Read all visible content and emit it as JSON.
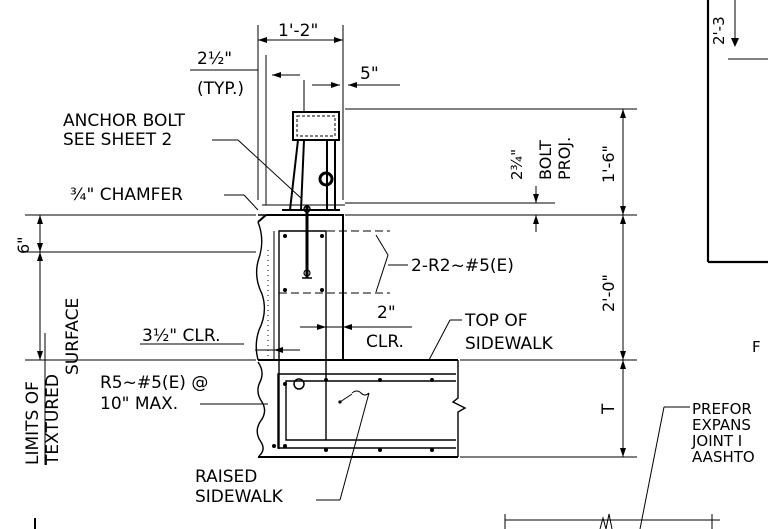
{
  "labels": {
    "dim_top_width": "1'-2\"",
    "dim_typ_value": "2½\"",
    "dim_typ_note": "(TYP.)",
    "dim_5": "5\"",
    "anchor_bolt_1": "ANCHOR BOLT",
    "anchor_bolt_2": "SEE SHEET 2",
    "chamfer": "¾\" CHAMFER",
    "bolt_proj_value": "2¾\"",
    "bolt_proj_1": "BOLT",
    "bolt_proj_2": "PROJ.",
    "dim_1_6": "1'-6\"",
    "dim_6": "6\"",
    "rebar_r2": "2-R2~#5(E)",
    "dim_2_0": "2'-0\"",
    "dim_2_clr_value": "2\"",
    "dim_2_clr_note": "CLR.",
    "dim_3_5_clr": "3½\" CLR.",
    "top_of_sidewalk_1": "TOP OF",
    "top_of_sidewalk_2": "SIDEWALK",
    "limits_1": "LIMITS OF",
    "limits_2": "TEXTURED",
    "limits_3": "SURFACE",
    "rebar_r5_1": "R5~#5(E) @",
    "rebar_r5_2": "10\" MAX.",
    "dim_t": "T",
    "raised_sidewalk_1": "RAISED",
    "raised_sidewalk_2": "SIDEWALK",
    "partial_2_3": "2'-3",
    "partial_f": "F",
    "partial_prefo": "PREFOR",
    "partial_expans": "EXPANS",
    "partial_joint": "JOINT I",
    "partial_aasht": "AASHTO"
  }
}
